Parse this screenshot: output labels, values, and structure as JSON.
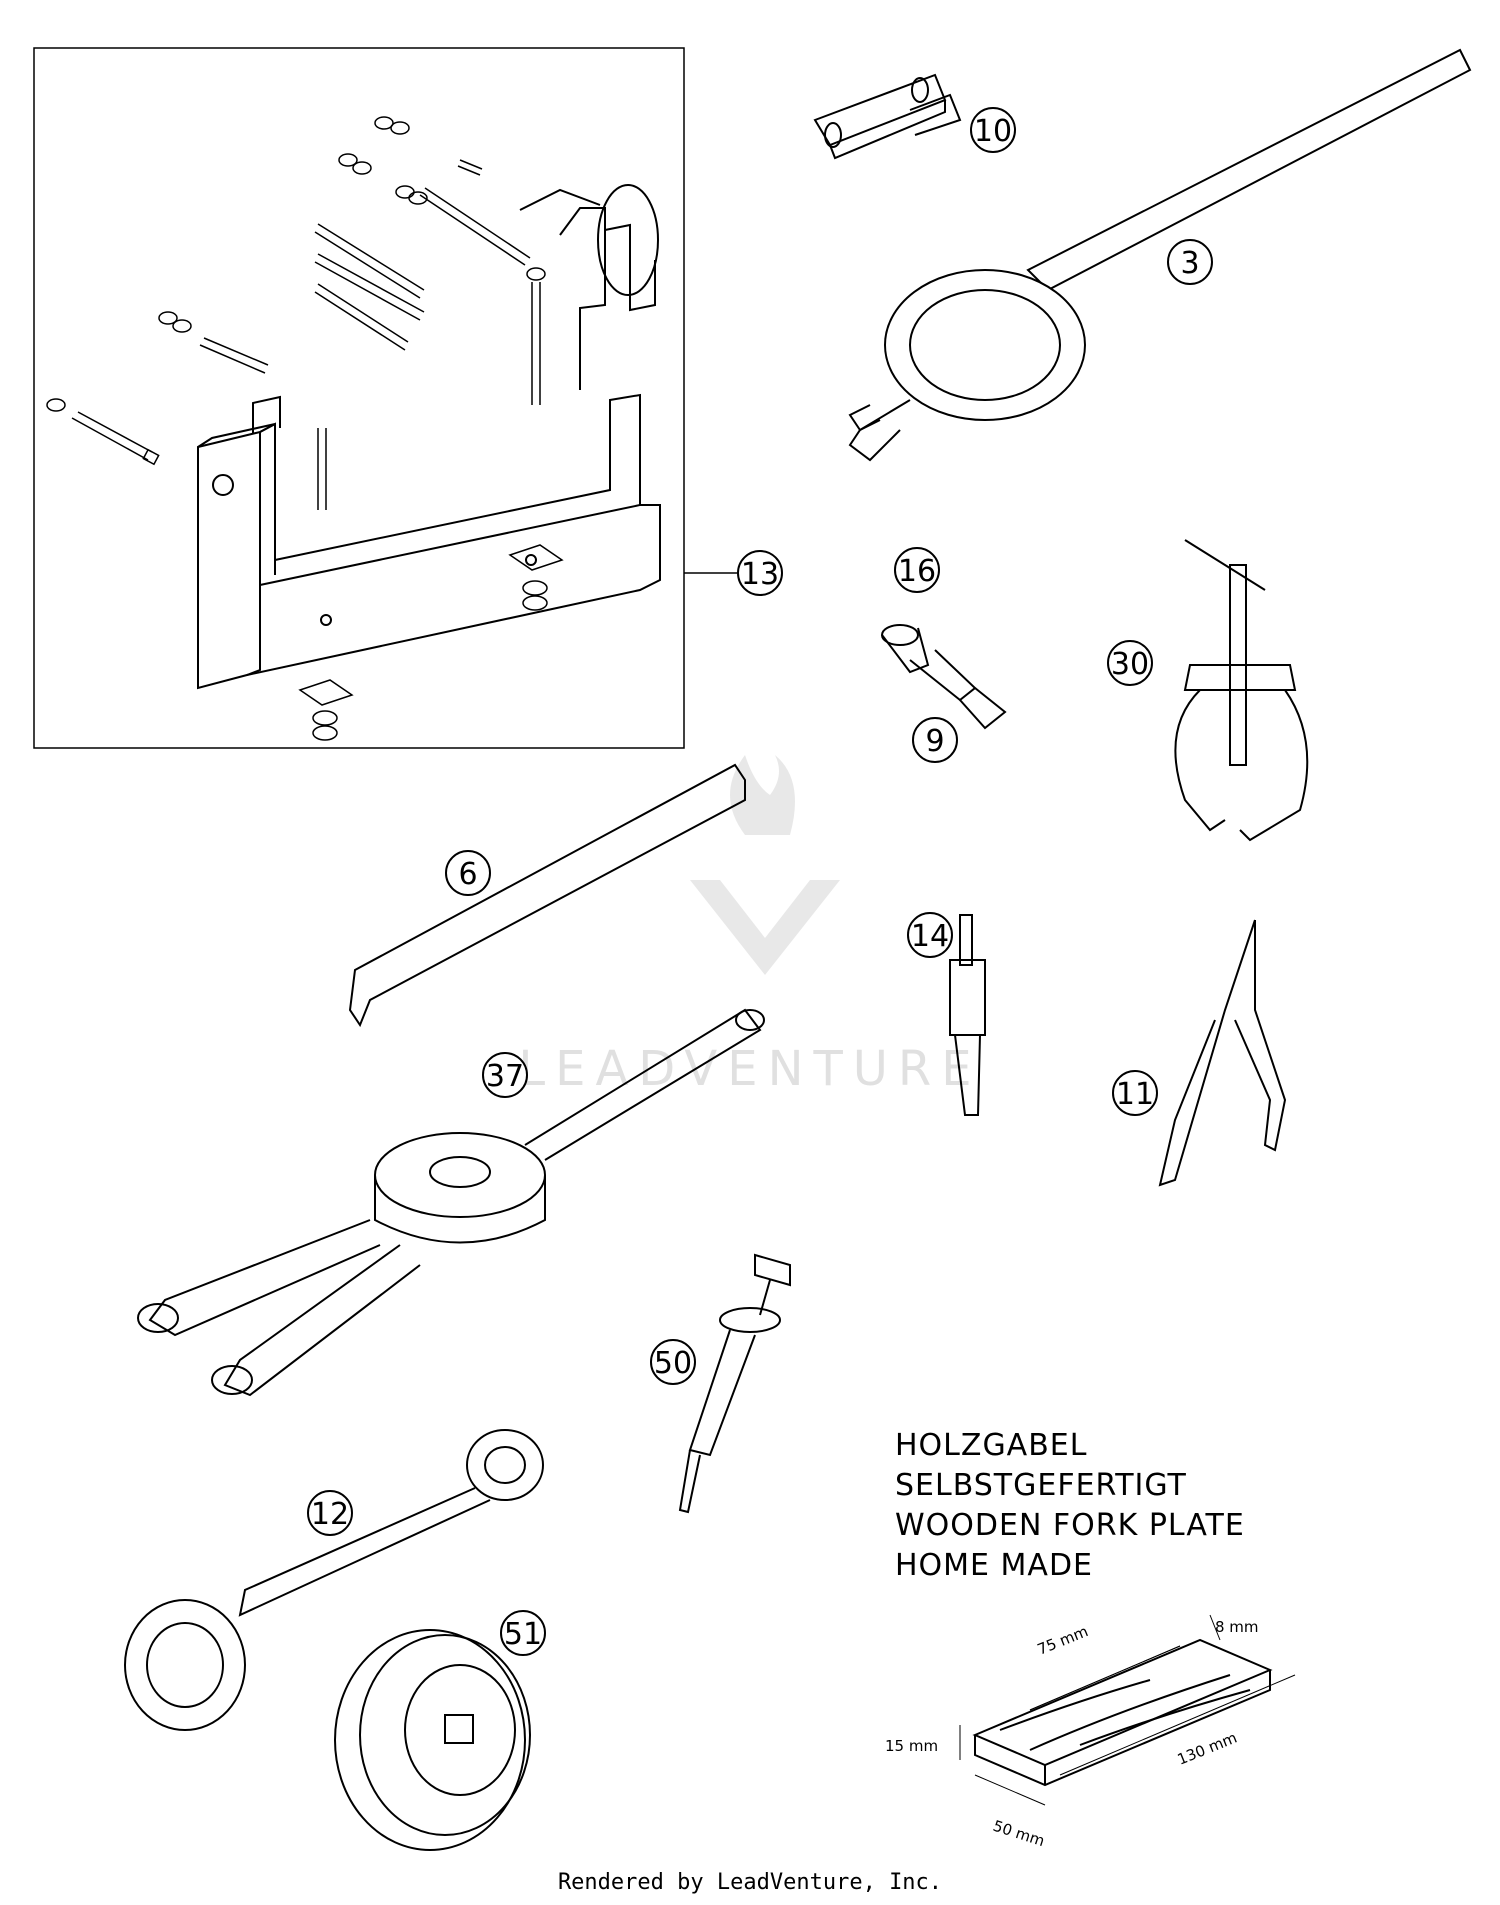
{
  "watermark": {
    "text": "LEADVENTURE"
  },
  "callouts": {
    "c3": "3",
    "c6": "6",
    "c9": "9",
    "c10": "10",
    "c11": "11",
    "c12": "12",
    "c13": "13",
    "c14": "14",
    "c16": "16",
    "c30": "30",
    "c37": "37",
    "c50": "50",
    "c51": "51"
  },
  "note": {
    "line1": "HOLZGABEL",
    "line2": "SELBSTGEFERTIGT",
    "line3": "WOODEN FORK PLATE",
    "line4": "HOME MADE"
  },
  "dimensions": {
    "length": "75 mm",
    "thickness_top": "8 mm",
    "height": "15 mm",
    "width": "50 mm",
    "total": "130 mm"
  },
  "footer": "Rendered by LeadVenture, Inc."
}
